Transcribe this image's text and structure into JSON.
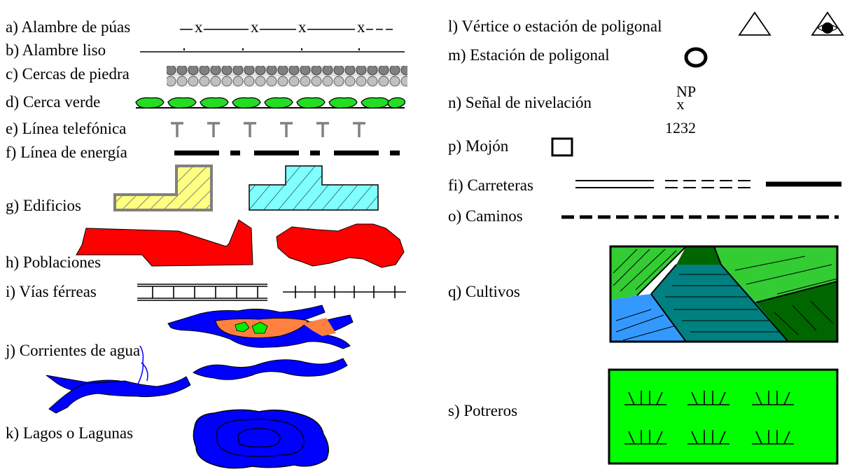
{
  "legend_left": {
    "a": "a) Alambre de púas",
    "b": "b) Alambre liso",
    "c": "c) Cercas de piedra",
    "d": "d) Cerca verde",
    "e": "e) Línea telefónica",
    "f": "f) Línea de energía",
    "g": "g) Edificios",
    "h": "h) Poblaciones",
    "i": "i) Vías férreas",
    "j": "j) Corrientes de agua",
    "k": "k) Lagos o Lagunas"
  },
  "legend_right": {
    "l": "l) Vértice o estación  de poligonal",
    "m": "m) Estación de poligonal",
    "n": "n)  Señal de nivelación",
    "p": "p) Mojón",
    "fi": "fi)  Carreteras",
    "o": "o) Caminos",
    "q": "q)  Cultivos",
    "s": "s)  Potreros"
  },
  "barbed_wire_mark": "x",
  "leveling_mark": {
    "top": "NP",
    "middle": "x",
    "bottom": "1232"
  },
  "colors": {
    "stone_dark": "#808080",
    "stone_light": "#c0c0c0",
    "hedge_green": "#22dd22",
    "telephone_gray": "#808080",
    "building_yellow": "#ffff80",
    "building_cyan": "#80ffff",
    "town_red": "#ff0000",
    "water_blue": "#0000ff",
    "island_orange": "#ff8040",
    "crop_light_green": "#33cc33",
    "crop_dark_green": "#006600",
    "crop_teal": "#008080",
    "crop_blue": "#3399ff",
    "pasture_green": "#00ff00"
  }
}
